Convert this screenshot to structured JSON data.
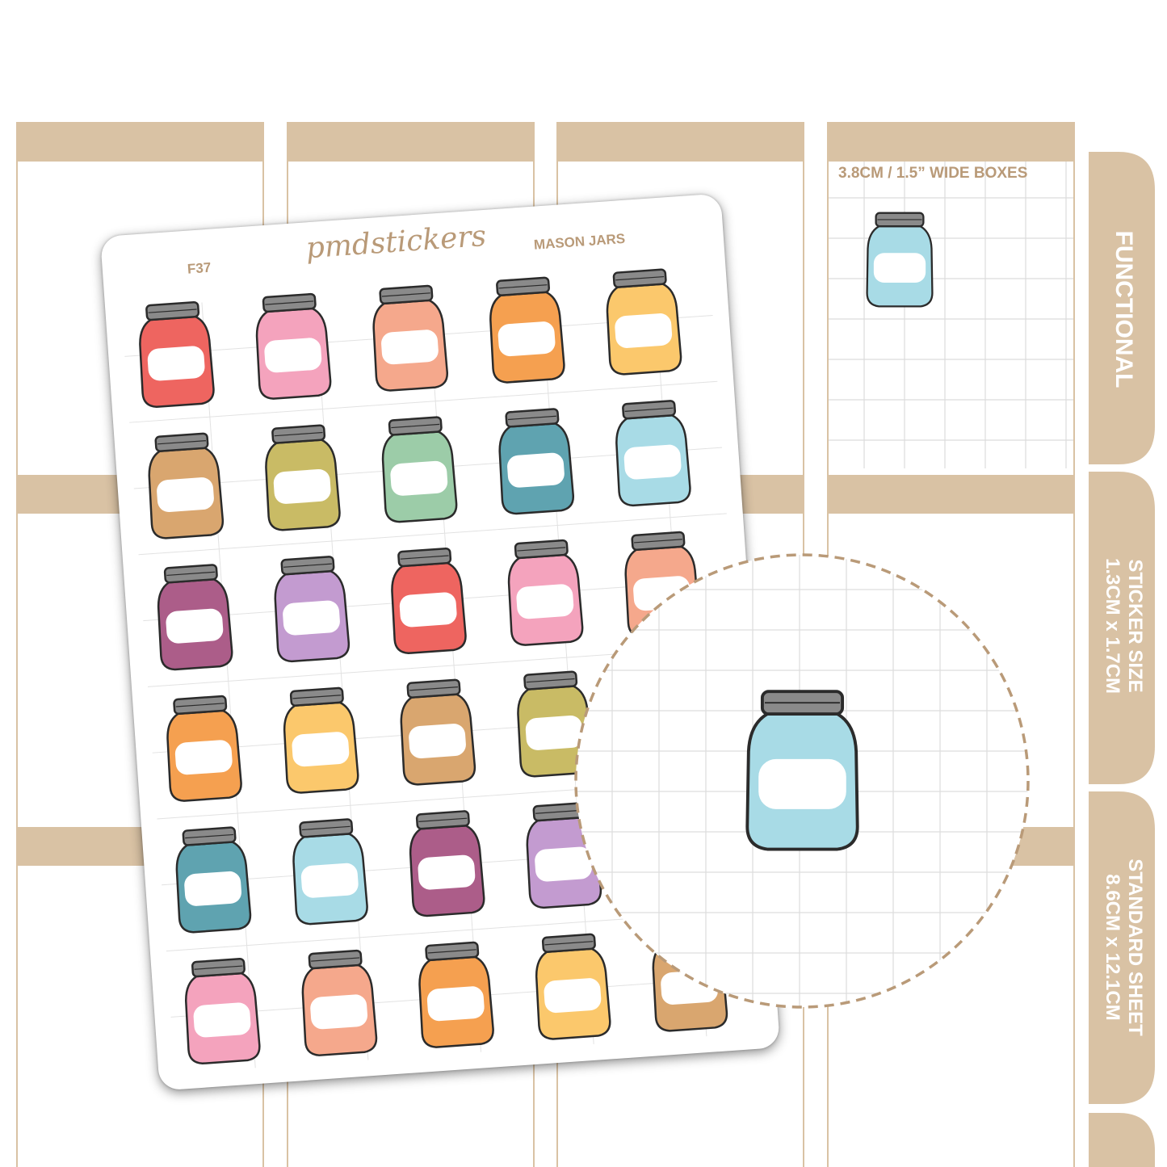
{
  "sheet": {
    "code": "F37",
    "brand": "pmdstickers",
    "title": "MASON JARS",
    "lid_color": "#8a8a8a",
    "jar_rows": [
      [
        "#ee6560",
        "#f4a3bd",
        "#f5a88c",
        "#f5a050",
        "#fbc86c"
      ],
      [
        "#d9a66f",
        "#c9bb65",
        "#9ccca8",
        "#5fa3b0",
        "#a8dbe6"
      ],
      [
        "#ac5d89",
        "#c39bd0",
        "#ee6560",
        "#f4a3bd",
        "#f5a88c"
      ],
      [
        "#f5a050",
        "#fbc86c",
        "#d9a66f",
        "#c9bb65",
        ""
      ],
      [
        "#5fa3b0",
        "#a8dbe6",
        "#ac5d89",
        "#c39bd0",
        ""
      ],
      [
        "#f4a3bd",
        "#f5a88c",
        "#f5a050",
        "#fbc86c",
        "#d9a66f"
      ]
    ]
  },
  "preview": {
    "wide_label": "3.8CM / 1.5” WIDE BOXES",
    "sample_color": "#a8dbe6"
  },
  "zoom": {
    "jar_color": "#a8dbe6"
  },
  "tabs": [
    {
      "lines": [
        "FUNCTIONAL"
      ]
    },
    {
      "lines": [
        "STICKER SIZE",
        "1.3CM x 1.7CM"
      ]
    },
    {
      "lines": [
        "STANDARD SHEET",
        "8.6CM x 12.1CM"
      ]
    }
  ],
  "colors": {
    "tan": "#d9c2a4",
    "accent": "#b99a78",
    "grid": "#dcdcdc",
    "outline": "#2b2b2b"
  }
}
